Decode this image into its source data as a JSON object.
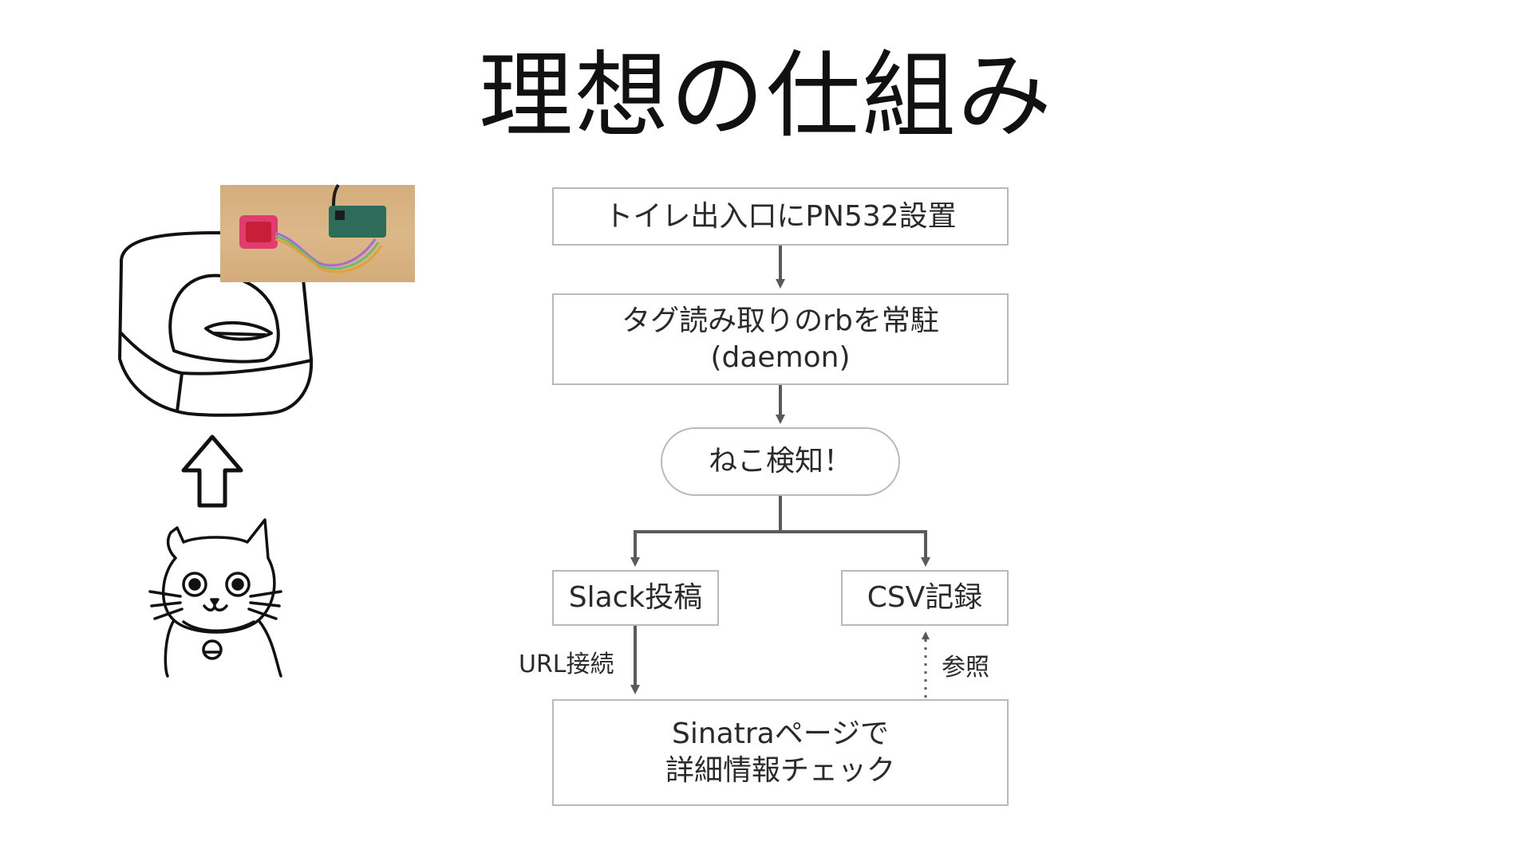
{
  "title": "理想の仕組み",
  "flow": {
    "step1": "トイレ出入口にPN532設置",
    "step2_line1": "タグ読み取りのrbを常駐",
    "step2_line2": "(daemon)",
    "detect": "ねこ検知！",
    "slack": "Slack投稿",
    "csv": "CSV記録",
    "final_line1": "Sinatraページで",
    "final_line2": "詳細情報チェック"
  },
  "edge_labels": {
    "url": "URL接続",
    "ref": "参照"
  },
  "colors": {
    "box_border": "#b9b9b9",
    "arrow": "#5a5a5a",
    "text": "#2a2a2a"
  },
  "icons": [
    "litter-box-icon",
    "up-arrow-icon",
    "cat-icon",
    "hardware-photo"
  ]
}
